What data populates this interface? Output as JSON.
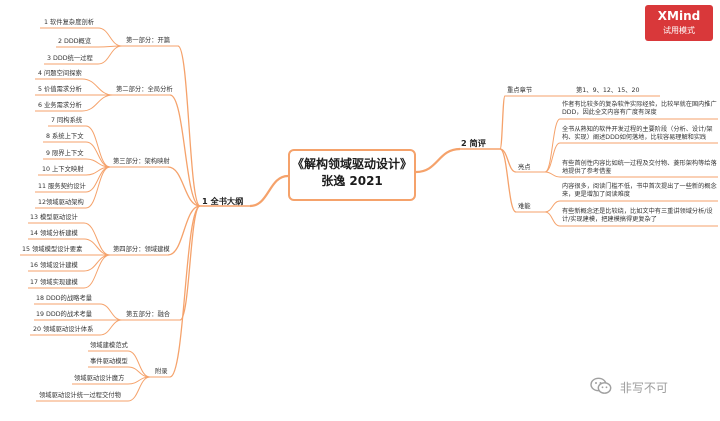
{
  "badge": {
    "brand": "XMind",
    "mode": "试用模式"
  },
  "central": {
    "title": "《解构领域驱动设计》",
    "subtitle": "张逸 2021"
  },
  "left": {
    "branch": "1 全书大纲",
    "parts": [
      {
        "label": "第一部分：开篇",
        "items": [
          "1 软件复杂度剖析",
          "2 DDD概览",
          "3 DDD统一过程"
        ]
      },
      {
        "label": "第二部分：全局分析",
        "items": [
          "4 问题空间探索",
          "5 价值需求分析",
          "6 业务需求分析"
        ]
      },
      {
        "label": "第三部分：架构映射",
        "items": [
          "7 同构系统",
          "8 系统上下文",
          "9 限界上下文",
          "10 上下文映射",
          "11 服务契约设计",
          "12领域驱动架构"
        ]
      },
      {
        "label": "第四部分：领域建模",
        "items": [
          "13 模型驱动设计",
          "14 领域分析建模",
          "15 领域模型设计要素",
          "16 领域设计建模",
          "17 领域实现建模"
        ]
      },
      {
        "label": "第五部分：融合",
        "items": [
          "18 DDD的战略考量",
          "19 DDD的战术考量",
          "20 领域驱动设计体系"
        ]
      },
      {
        "label": "附录",
        "items": [
          "领域建模范式",
          "事件驱动模型",
          "领域驱动设计魔方",
          "领域驱动设计统一过程交付物"
        ]
      }
    ]
  },
  "right": {
    "branch": "2 简评",
    "groups": [
      {
        "label": "重点章节",
        "items": [
          "第1、9、12、15、20"
        ]
      },
      {
        "label": "亮点",
        "items": [
          "作者有比较多的复杂软件实际经验，比较早就在国内推广DDD，因此全文内容有广度有深度",
          "全书从熟知的软件开发过程的主要阶段（分析、设计/架构、实现）阐述DDD如何落地，比较容易理解和实践",
          "有些首创性内容比如统一过程及交付物、菱形架构等给落地提供了参考借鉴"
        ]
      },
      {
        "label": "难能",
        "items": [
          "内容很多，阅读门槛不低，书中首次提出了一些新的概念来，更是增加了阅读难度",
          "有些新概念还是比较绕，比如文中有三重讲领域分析/设计/实现建模，把建模搞得更复杂了"
        ]
      }
    ]
  },
  "watermark": {
    "icon": "wechat-icon",
    "text": "非写不可"
  },
  "colors": {
    "line": "#f5a26b",
    "badge": "#d9383a"
  }
}
